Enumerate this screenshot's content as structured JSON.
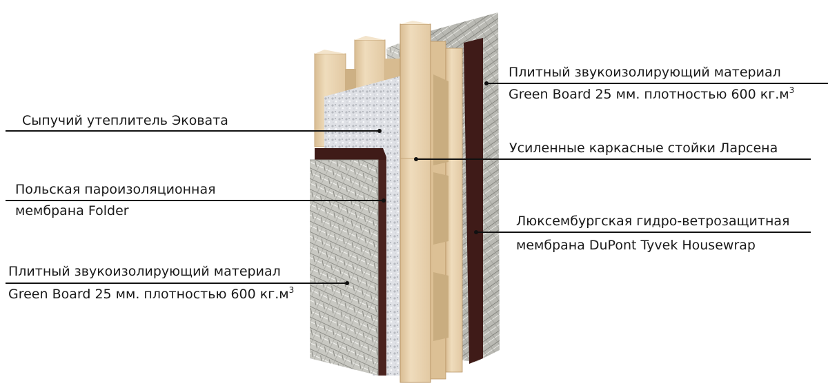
{
  "colors": {
    "wood": "#e9d2ae",
    "wood_shade": "#cfb285",
    "wood_edge": "#b99565",
    "membrane": "#3f1b18",
    "board": "#c9c9c3",
    "board_dark": "#a8a8a2",
    "insulation": "#e4e6ea",
    "line": "#111111"
  },
  "labels": {
    "board_right_line1": "Плитный звукоизолирующий материал",
    "board_right_line2": "Green Board 25 мм. плотностью 600 кг.м",
    "board_right_sup": "3",
    "insulation": "Сыпучий утеплитель Эковата",
    "studs": "Усиленные каркасные стойки Ларсена",
    "vapor_line1": "Польская пароизоляционная",
    "vapor_line2": "мембрана Folder",
    "wind_line1": "Люксембургская гидро-ветрозащитная",
    "wind_line2": "мембрана DuPont Tyvek Housewrap",
    "board_left_line1": "Плитный звукоизолирующий материал",
    "board_left_line2": "Green Board 25 мм. плотностью 600 кг.м",
    "board_left_sup": "3"
  }
}
